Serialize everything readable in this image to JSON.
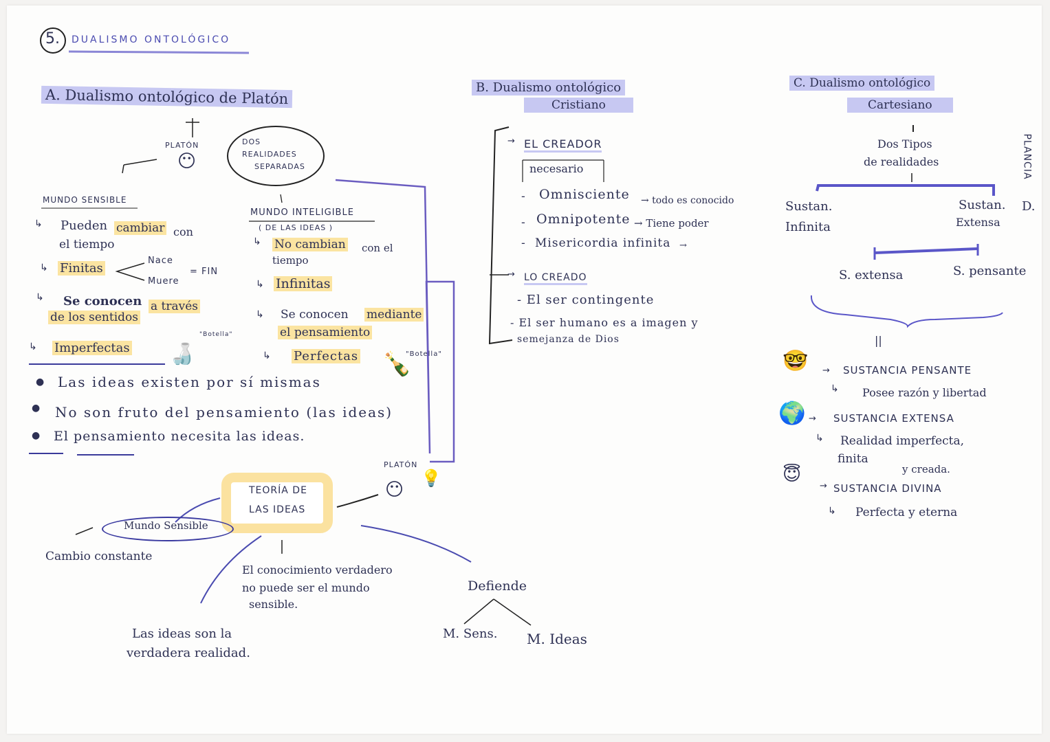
{
  "title": {
    "number": "5.",
    "text": "DUALISMO ONTOLÓGICO"
  },
  "section_a": {
    "heading": "A. Dualismo ontológico de Platón",
    "platon_label": "PLATÓN",
    "bubble": [
      "DOS",
      "REALIDADES",
      "SEPARADAS"
    ],
    "mundo_sensible": {
      "title": "MUNDO SENSIBLE",
      "item1_a": "Pueden",
      "item1_b": "cambiar",
      "item1_c": "con",
      "item1_d": "el tiempo",
      "item2": "Finitas",
      "nace": "Nace",
      "muere": "Muere",
      "fin": "= FIN",
      "item3_a": "Se conocen",
      "item3_b": "a través",
      "item3_c": "de los sentidos",
      "item4": "Imperfectas",
      "bottle_label": "\"Botella\""
    },
    "mundo_inteligible": {
      "title": "MUNDO INTELIGIBLE",
      "subtitle": "( DE LAS IDEAS )",
      "item1_a": "No cambian",
      "item1_b": "con el",
      "item1_c": "tiempo",
      "item2": "Infinitas",
      "item3_a": "Se conocen",
      "item3_b": "mediante",
      "item3_c": "el pensamiento",
      "item4": "Perfectas",
      "bottle_label": "\"Botella\""
    },
    "bullets": [
      "Las ideas existen por sí mismas",
      "No son fruto del pensamiento (las ideas)",
      "El pensamiento necesita las ideas."
    ],
    "platon_label2": "PLATÓN",
    "teoria": [
      "TEORÍA DE",
      "LAS IDEAS"
    ],
    "mundo_sensible_oval": "Mundo Sensible",
    "cambio": "Cambio constante",
    "conocimiento": [
      "El conocimiento verdadero",
      "no puede ser el mundo",
      "sensible."
    ],
    "ideas_realidad": [
      "Las ideas son la",
      "verdadera realidad."
    ],
    "defiende": "Defiende",
    "m_sens": "M. Sens.",
    "m_ideas": "M. Ideas"
  },
  "section_b": {
    "heading": [
      "B. Dualismo ontológico",
      "Cristiano"
    ],
    "creador": "EL CREADOR",
    "necesario": "necesario",
    "items": [
      {
        "label": "Omnisciente",
        "note": "→ todo es conocido"
      },
      {
        "label": "Omnipotente",
        "note": "→ Tiene poder"
      },
      {
        "label": "Misericordia infinita",
        "note": "→"
      }
    ],
    "creado": "LO CREADO",
    "creado_items": [
      "- El ser contingente",
      "- El ser humano es a imagen y",
      "semejanza de Dios"
    ]
  },
  "section_c": {
    "heading": [
      "C. Dualismo ontológico",
      "Cartesiano"
    ],
    "dos_tipos": [
      "Dos Tipos",
      "de realidades"
    ],
    "sustan_infinita": [
      "Sustan.",
      "Infinita"
    ],
    "sustan_extensa": [
      "Sustan.",
      "Extensa"
    ],
    "s_extensa": "S. extensa",
    "s_pensante": "S. pensante",
    "side_text": "PLANCIA",
    "side_d": "D.",
    "equals": "||",
    "pensante": {
      "title": "SUSTANCIA PENSANTE",
      "desc": "Posee razón y libertad"
    },
    "extensa": {
      "title": "SUSTANCIA EXTENSA",
      "desc1": "Realidad imperfecta,",
      "desc2": "finita",
      "desc3": "y creada."
    },
    "divina": {
      "title": "SUSTANCIA DIVINA",
      "desc": "Perfecta y eterna"
    }
  },
  "colors": {
    "highlight_yellow": "#fbe4a1",
    "highlight_purple": "#c7c8f2",
    "ink": "#2e3154",
    "line_purple": "#7a6fd0"
  }
}
